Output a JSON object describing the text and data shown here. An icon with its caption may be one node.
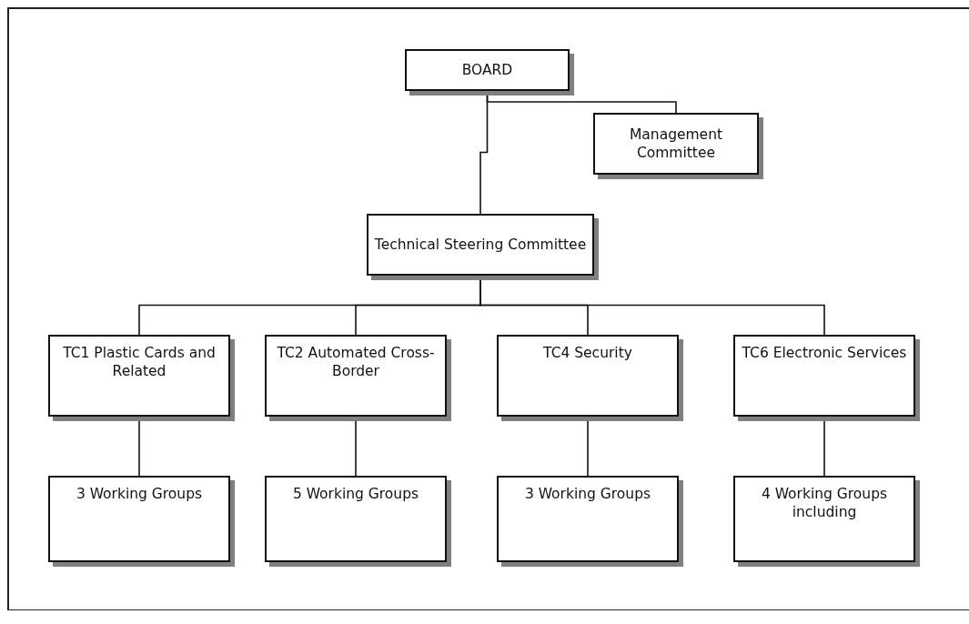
{
  "diagram": {
    "nodes": [
      {
        "text": [
          "BOARD"
        ]
      },
      {
        "text": [
          "Management Committee"
        ]
      },
      {
        "text": [
          "Technical Steering Committee"
        ]
      },
      {
        "text": [
          "TC1 Plastic Cards and Related"
        ]
      },
      {
        "text": [
          "TC2 Automated Cross-Border"
        ]
      },
      {
        "text": [
          "TC4 Security"
        ]
      },
      {
        "text": [
          "TC6 Electronic Services"
        ]
      },
      {
        "text": [
          "3 Working Groups"
        ]
      },
      {
        "text": [
          "5 Working Groups"
        ]
      },
      {
        "text": [
          "3 Working Groups"
        ]
      },
      {
        "text": [
          "4 Working Groups including"
        ]
      }
    ],
    "edges": [
      {
        "from": 0,
        "to": 1,
        "arrow": "none"
      },
      {
        "from": 0,
        "to": 2,
        "arrow": "none"
      },
      {
        "from": 2,
        "to": 3,
        "arrow": "none"
      },
      {
        "from": 2,
        "to": 4,
        "arrow": "none"
      },
      {
        "from": 2,
        "to": 5,
        "arrow": "none"
      },
      {
        "from": 2,
        "to": 6,
        "arrow": "none"
      },
      {
        "from": 3,
        "to": 7,
        "arrow": "none"
      },
      {
        "from": 4,
        "to": 8,
        "arrow": "none"
      },
      {
        "from": 5,
        "to": 9,
        "arrow": "none"
      },
      {
        "from": 6,
        "to": 10,
        "arrow": "none"
      }
    ]
  }
}
